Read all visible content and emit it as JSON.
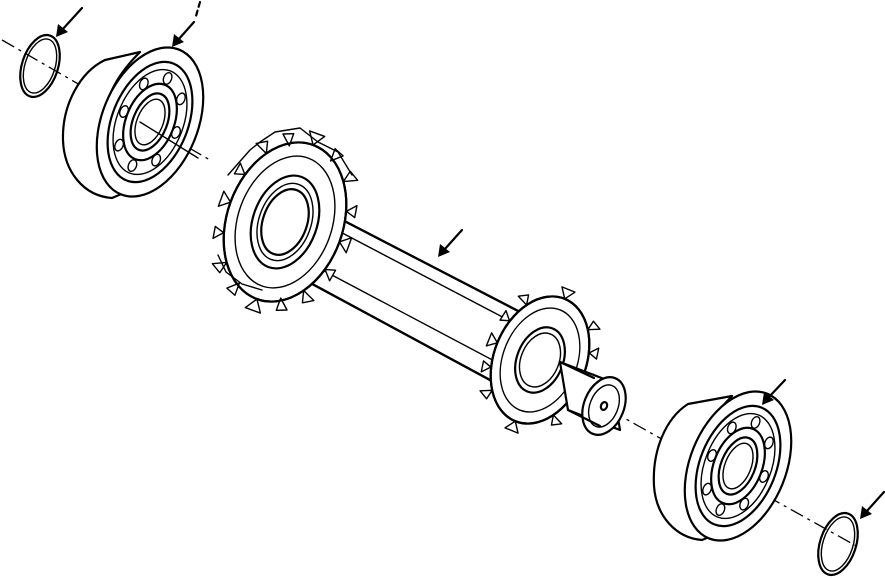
{
  "diagram": {
    "parts": [
      {
        "id": "snap-ring-left",
        "kind": "snap-ring",
        "icon": "ring-icon"
      },
      {
        "id": "bearing-left",
        "kind": "ball-bearing",
        "icon": "bearing-icon"
      },
      {
        "id": "shaft-gear-assembly",
        "kind": "gear-shaft",
        "icon": "gear-icon"
      },
      {
        "id": "bearing-right",
        "kind": "ball-bearing",
        "icon": "bearing-icon"
      },
      {
        "id": "snap-ring-right",
        "kind": "snap-ring",
        "icon": "ring-icon"
      }
    ],
    "callout_arrows": 5,
    "line_color": "#000000",
    "background": "#ffffff"
  }
}
